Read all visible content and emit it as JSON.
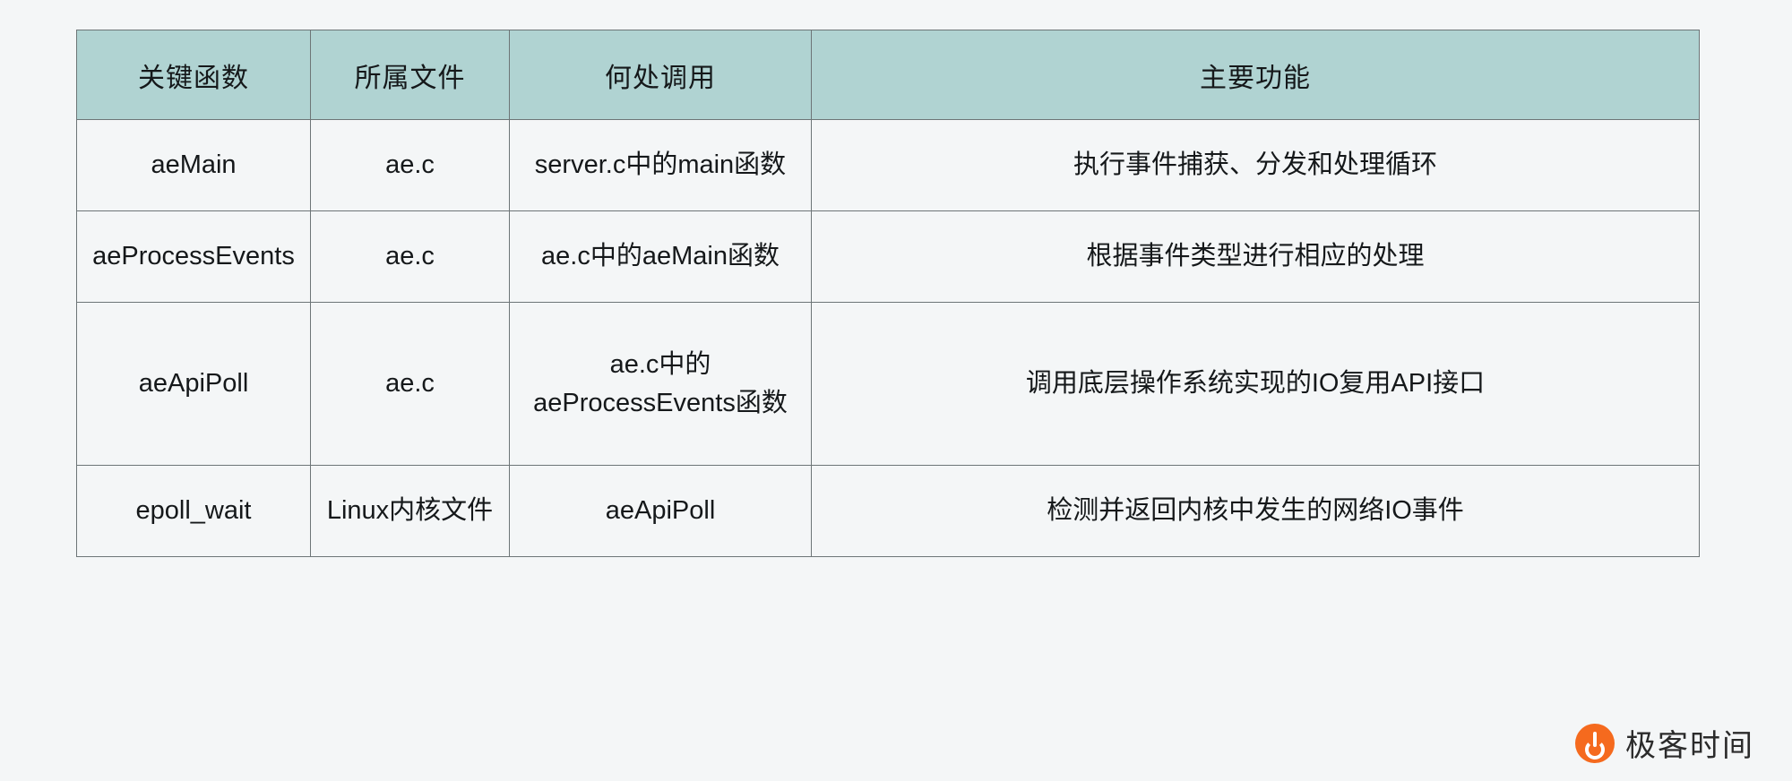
{
  "table": {
    "headers": [
      "关键函数",
      "所属文件",
      "何处调用",
      "主要功能"
    ],
    "rows": [
      {
        "fn": "aeMain",
        "file": "ae.c",
        "caller_line1": "server.c中的main函数",
        "caller_line2": "",
        "purpose": "执行事件捕获、分发和处理循环"
      },
      {
        "fn": "aeProcessEvents",
        "file": "ae.c",
        "caller_line1": "ae.c中的aeMain函数",
        "caller_line2": "",
        "purpose": "根据事件类型进行相应的处理"
      },
      {
        "fn": "aeApiPoll",
        "file": "ae.c",
        "caller_line1": "ae.c中的",
        "caller_line2": "aeProcessEvents函数",
        "purpose": "调用底层操作系统实现的IO复用API接口"
      },
      {
        "fn": "epoll_wait",
        "file": "Linux内核文件",
        "caller_line1": "aeApiPoll",
        "caller_line2": "",
        "purpose": "检测并返回内核中发生的网络IO事件"
      }
    ]
  },
  "watermark": {
    "text": "极客时间",
    "icon": "geekbang-logo-icon",
    "color": "#f56a1e"
  },
  "colors": {
    "header_bg": "#b0d3d2",
    "page_bg": "#f4f6f7",
    "border": "#6d7577",
    "text": "#15181a"
  }
}
